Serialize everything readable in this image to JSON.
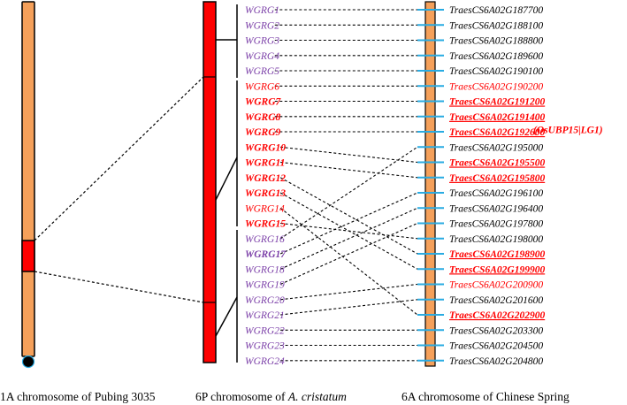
{
  "colors": {
    "orange": "#f5a05a",
    "red": "#ff0000",
    "purple": "#7b3fa8",
    "cyan": "#29abe2",
    "black": "#000000"
  },
  "captions": {
    "c1": "1A chromosome of Pubing 3035",
    "c2_prefix": "6P chromosome of ",
    "c2_species": "A. cristatum",
    "c3": "6A chromosome of Chinese Spring"
  },
  "annotation": "(OsUBP15|LG1)",
  "wgrg": [
    {
      "name": "WGRG1",
      "color": "purple",
      "bold": false
    },
    {
      "name": "WGRG2",
      "color": "purple",
      "bold": false
    },
    {
      "name": "WGRG3",
      "color": "purple",
      "bold": false
    },
    {
      "name": "WGRG4",
      "color": "purple",
      "bold": false
    },
    {
      "name": "WGRG5",
      "color": "purple",
      "bold": false
    },
    {
      "name": "WGRG6",
      "color": "red",
      "bold": false
    },
    {
      "name": "WGRG7",
      "color": "red",
      "bold": true
    },
    {
      "name": "WGRG8",
      "color": "red",
      "bold": true
    },
    {
      "name": "WGRG9",
      "color": "red",
      "bold": true
    },
    {
      "name": "WGRG10",
      "color": "red",
      "bold": true
    },
    {
      "name": "WGRG11",
      "color": "red",
      "bold": true
    },
    {
      "name": "WGRG12",
      "color": "red",
      "bold": true
    },
    {
      "name": "WGRG13",
      "color": "red",
      "bold": true
    },
    {
      "name": "WGRG14",
      "color": "red",
      "bold": false
    },
    {
      "name": "WGRG15",
      "color": "red",
      "bold": true
    },
    {
      "name": "WGRG16",
      "color": "purple",
      "bold": false
    },
    {
      "name": "WGRG17",
      "color": "purple",
      "bold": true
    },
    {
      "name": "WGRG18",
      "color": "purple",
      "bold": false
    },
    {
      "name": "WGRG19",
      "color": "purple",
      "bold": false
    },
    {
      "name": "WGRG20",
      "color": "purple",
      "bold": false
    },
    {
      "name": "WGRG21",
      "color": "purple",
      "bold": false
    },
    {
      "name": "WGRG22",
      "color": "purple",
      "bold": false
    },
    {
      "name": "WGRG23",
      "color": "purple",
      "bold": false
    },
    {
      "name": "WGRG24",
      "color": "purple",
      "bold": false
    }
  ],
  "traes": [
    {
      "name": "TraesCS6A02G187700",
      "style": "black"
    },
    {
      "name": "TraesCS6A02G188100",
      "style": "black"
    },
    {
      "name": "TraesCS6A02G188800",
      "style": "black"
    },
    {
      "name": "TraesCS6A02G189600",
      "style": "black"
    },
    {
      "name": "TraesCS6A02G190100",
      "style": "black"
    },
    {
      "name": "TraesCS6A02G190200",
      "style": "red"
    },
    {
      "name": "TraesCS6A02G191200",
      "style": "red-bold-underline"
    },
    {
      "name": "TraesCS6A02G191400",
      "style": "red-bold-underline"
    },
    {
      "name": "TraesCS6A02G192600",
      "style": "red-bold-underline"
    },
    {
      "name": "TraesCS6A02G195000",
      "style": "black"
    },
    {
      "name": "TraesCS6A02G195500",
      "style": "red-bold-underline"
    },
    {
      "name": "TraesCS6A02G195800",
      "style": "red-bold-underline"
    },
    {
      "name": "TraesCS6A02G196100",
      "style": "black"
    },
    {
      "name": "TraesCS6A02G196400",
      "style": "black"
    },
    {
      "name": "TraesCS6A02G197800",
      "style": "black"
    },
    {
      "name": "TraesCS6A02G198000",
      "style": "black"
    },
    {
      "name": "TraesCS6A02G198900",
      "style": "red-bold-underline"
    },
    {
      "name": "TraesCS6A02G199900",
      "style": "red-bold-underline"
    },
    {
      "name": "TraesCS6A02G200900",
      "style": "red"
    },
    {
      "name": "TraesCS6A02G201600",
      "style": "black"
    },
    {
      "name": "TraesCS6A02G202900",
      "style": "red-bold-underline"
    },
    {
      "name": "TraesCS6A02G203300",
      "style": "black"
    },
    {
      "name": "TraesCS6A02G204500",
      "style": "black"
    },
    {
      "name": "TraesCS6A02G204800",
      "style": "black"
    }
  ],
  "links": [
    [
      1,
      1
    ],
    [
      2,
      2
    ],
    [
      3,
      3
    ],
    [
      4,
      4
    ],
    [
      5,
      5
    ],
    [
      6,
      6
    ],
    [
      7,
      7
    ],
    [
      8,
      8
    ],
    [
      9,
      9
    ],
    [
      10,
      11
    ],
    [
      11,
      12
    ],
    [
      12,
      17
    ],
    [
      13,
      18
    ],
    [
      14,
      21
    ],
    [
      15,
      16
    ],
    [
      16,
      10
    ],
    [
      17,
      13
    ],
    [
      18,
      14
    ],
    [
      19,
      15
    ],
    [
      20,
      19
    ],
    [
      21,
      20
    ],
    [
      22,
      22
    ],
    [
      23,
      23
    ],
    [
      24,
      24
    ]
  ]
}
